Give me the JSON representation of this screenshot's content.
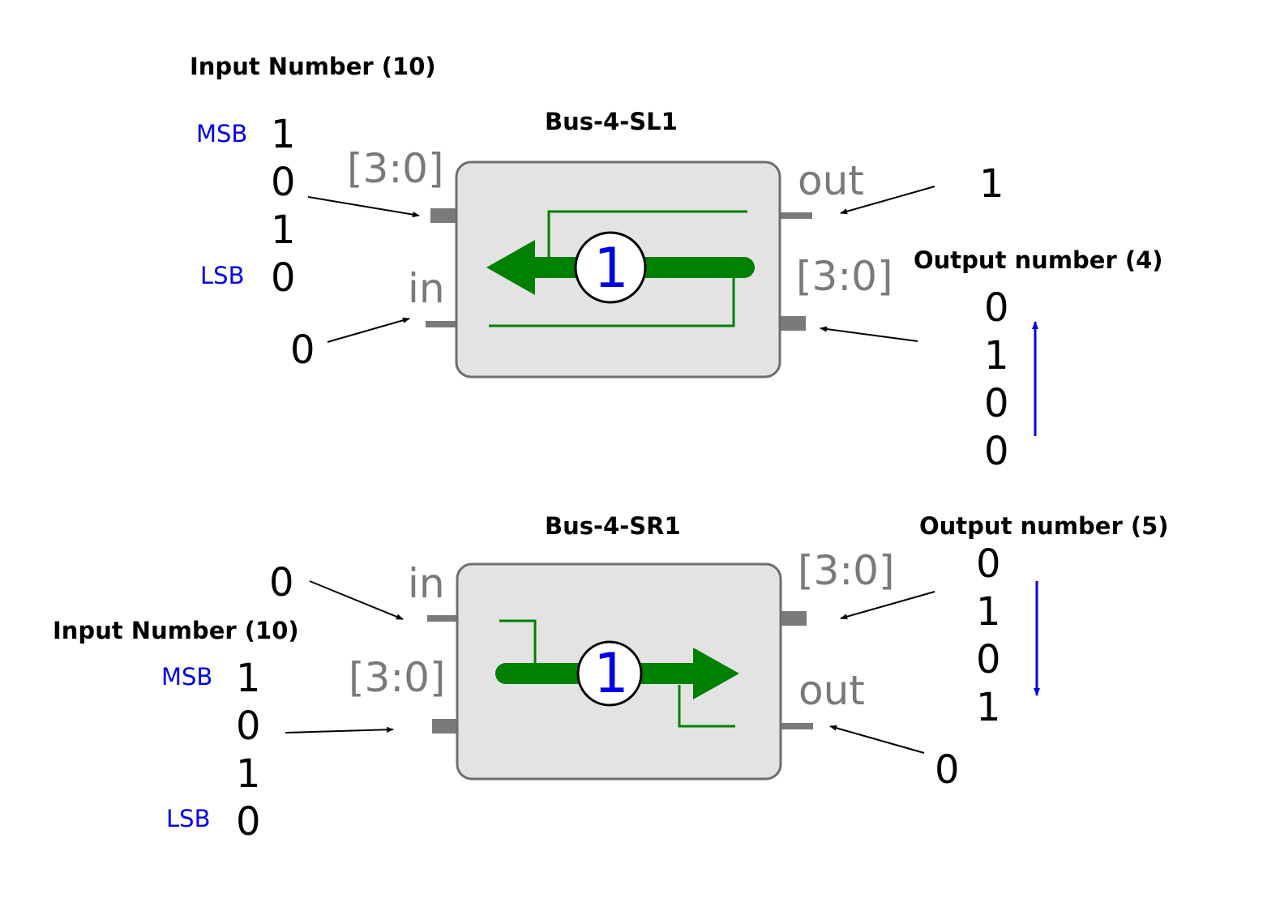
{
  "colors": {
    "accent_blue": "#0000e6",
    "arrow_green": "#008000",
    "port_gray": "#7a7a7a",
    "box_fill": "#e3e3e3",
    "box_stroke": "#6e6e6e"
  },
  "sl1": {
    "component_label": "Bus-4-SL1",
    "input_title": "Input Number (10)",
    "msb_label": "MSB",
    "lsb_label": "LSB",
    "input_bits": [
      "1",
      "0",
      "1",
      "0"
    ],
    "in_bit": "0",
    "port_bus_in": "[3:0]",
    "port_in": "in",
    "port_out": "out",
    "port_bus_out": "[3:0]",
    "shift_amount": "1",
    "out_bit": "1",
    "output_title": "Output number (4)",
    "output_bits": [
      "0",
      "1",
      "0",
      "0"
    ]
  },
  "sr1": {
    "component_label": "Bus-4-SR1",
    "input_title": "Input Number (10)",
    "msb_label": "MSB",
    "lsb_label": "LSB",
    "input_bits": [
      "1",
      "0",
      "1",
      "0"
    ],
    "in_bit": "0",
    "port_in": "in",
    "port_bus_in": "[3:0]",
    "port_bus_out": "[3:0]",
    "port_out": "out",
    "shift_amount": "1",
    "out_bit": "0",
    "output_title": "Output number (5)",
    "output_bits": [
      "0",
      "1",
      "0",
      "1"
    ]
  }
}
